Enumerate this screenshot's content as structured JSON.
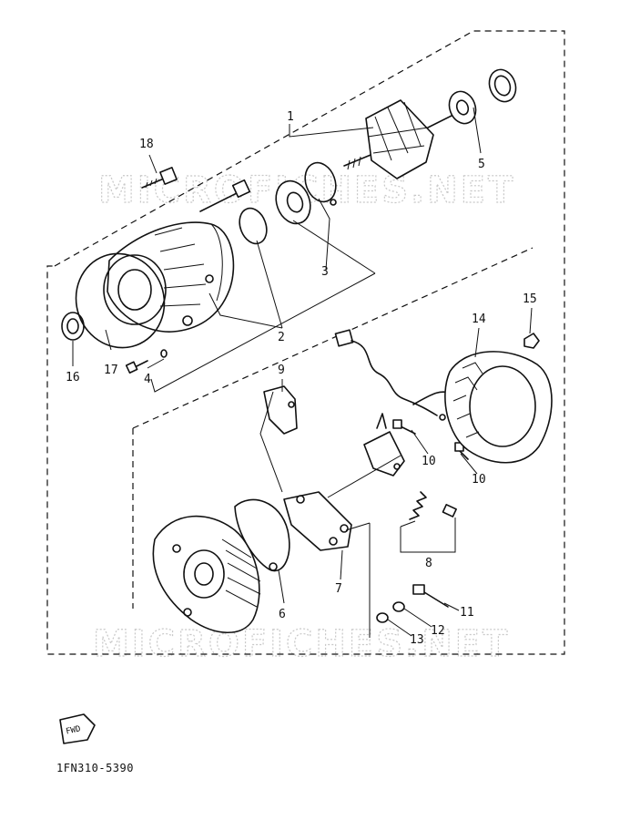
{
  "diagram": {
    "callouts": [
      "1",
      "2",
      "3",
      "4",
      "5",
      "6",
      "7",
      "8",
      "9",
      "10",
      "10",
      "11",
      "12",
      "13",
      "14",
      "15",
      "16",
      "17",
      "18"
    ],
    "watermark": "MICROFICHES.NET",
    "fwd_label": "FWD",
    "part_number": "1FN310-5390"
  }
}
